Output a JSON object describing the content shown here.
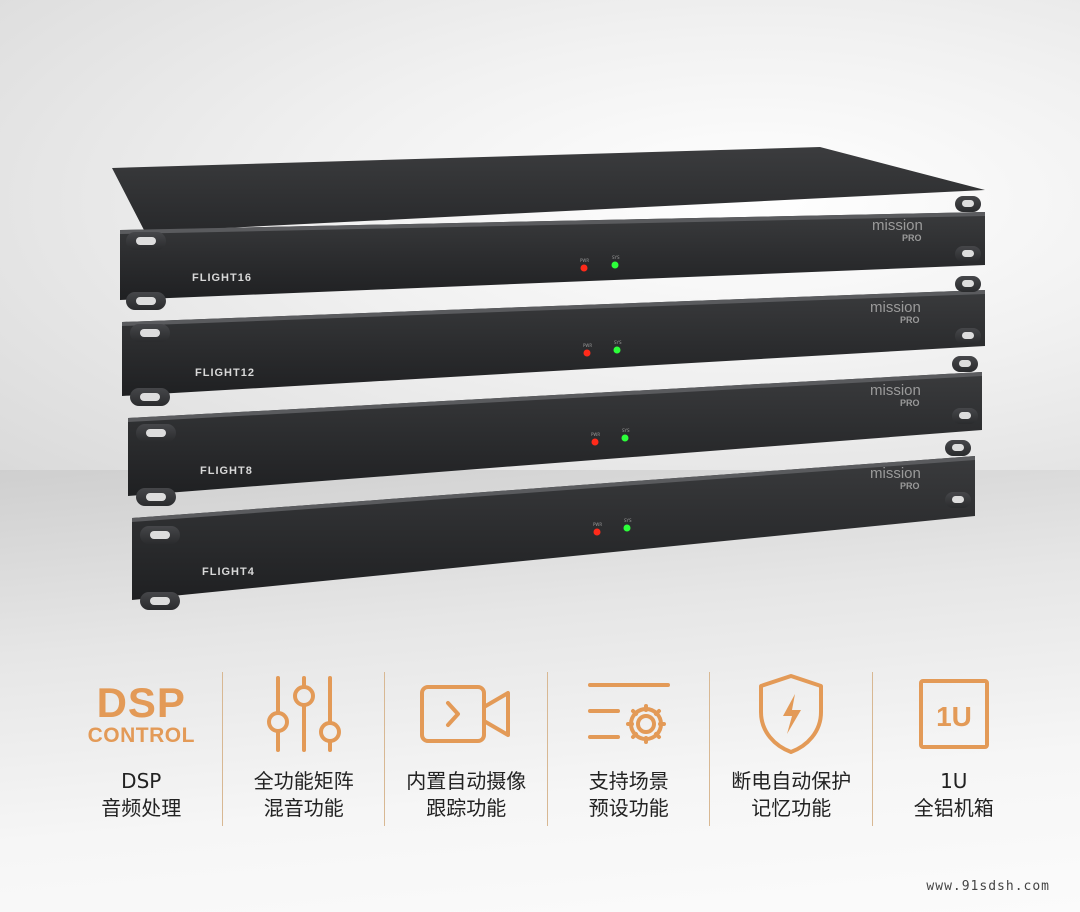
{
  "units": [
    {
      "model": "FLIGHT16",
      "brand": "mission",
      "brand_sub": "PRO",
      "led_pwr": "PWR",
      "led_sys": "SYS"
    },
    {
      "model": "FLIGHT12",
      "brand": "mission",
      "brand_sub": "PRO",
      "led_pwr": "PWR",
      "led_sys": "SYS"
    },
    {
      "model": "FLIGHT8",
      "brand": "mission",
      "brand_sub": "PRO",
      "led_pwr": "PWR",
      "led_sys": "SYS"
    },
    {
      "model": "FLIGHT4",
      "brand": "mission",
      "brand_sub": "PRO",
      "led_pwr": "PWR",
      "led_sys": "SYS"
    }
  ],
  "features": {
    "dsp_logo_big": "DSP",
    "dsp_logo_small": "CONTROL",
    "items": [
      {
        "icon": "dsp-logo",
        "line1": "DSP",
        "line2": "音频处理"
      },
      {
        "icon": "mixer-sliders-icon",
        "line1": "全功能矩阵",
        "line2": "混音功能"
      },
      {
        "icon": "camera-icon",
        "line1": "内置自动摄像",
        "line2": "跟踪功能"
      },
      {
        "icon": "preset-gear-icon",
        "line1": "支持场景",
        "line2": "预设功能"
      },
      {
        "icon": "shield-bolt-icon",
        "line1": "断电自动保护",
        "line2": "记忆功能"
      },
      {
        "icon": "rack-1u-icon",
        "icon_text": "1U",
        "line1": "1U",
        "line2": "全铝机箱"
      }
    ]
  },
  "colors": {
    "accent": "#E39A57",
    "chassis": "#2e2f31",
    "led_red": "#ff2a1a",
    "led_green": "#2cff3a"
  },
  "watermark": "www.91sdsh.com"
}
